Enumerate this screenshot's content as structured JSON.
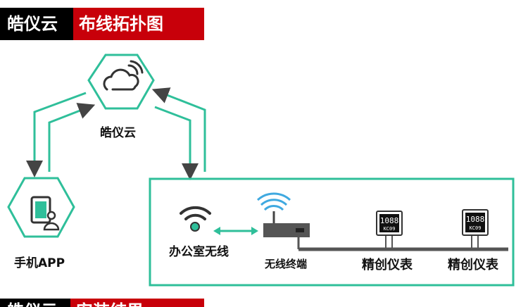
{
  "header": {
    "brand": "皓仪云",
    "title": "布线拓扑图"
  },
  "footer_header": {
    "brand": "皓仪云",
    "title": "安装结果"
  },
  "nodes": {
    "cloud": "皓仪云",
    "phone_app": "手机APP",
    "office_wifi": "办公室无线",
    "wireless_terminal": "无线终端",
    "meter_1": "精创仪表",
    "meter_2": "精创仪表"
  },
  "meter_display": {
    "value": "1088",
    "model": "KC09"
  },
  "colors": {
    "accent": "#2fbf9a",
    "header_red": "#c8000a",
    "header_black": "#000000",
    "arrow": "#444444"
  },
  "icons": [
    "cloud-icon",
    "tablet-user-icon",
    "wifi-icon",
    "router-icon",
    "meter-icon"
  ]
}
